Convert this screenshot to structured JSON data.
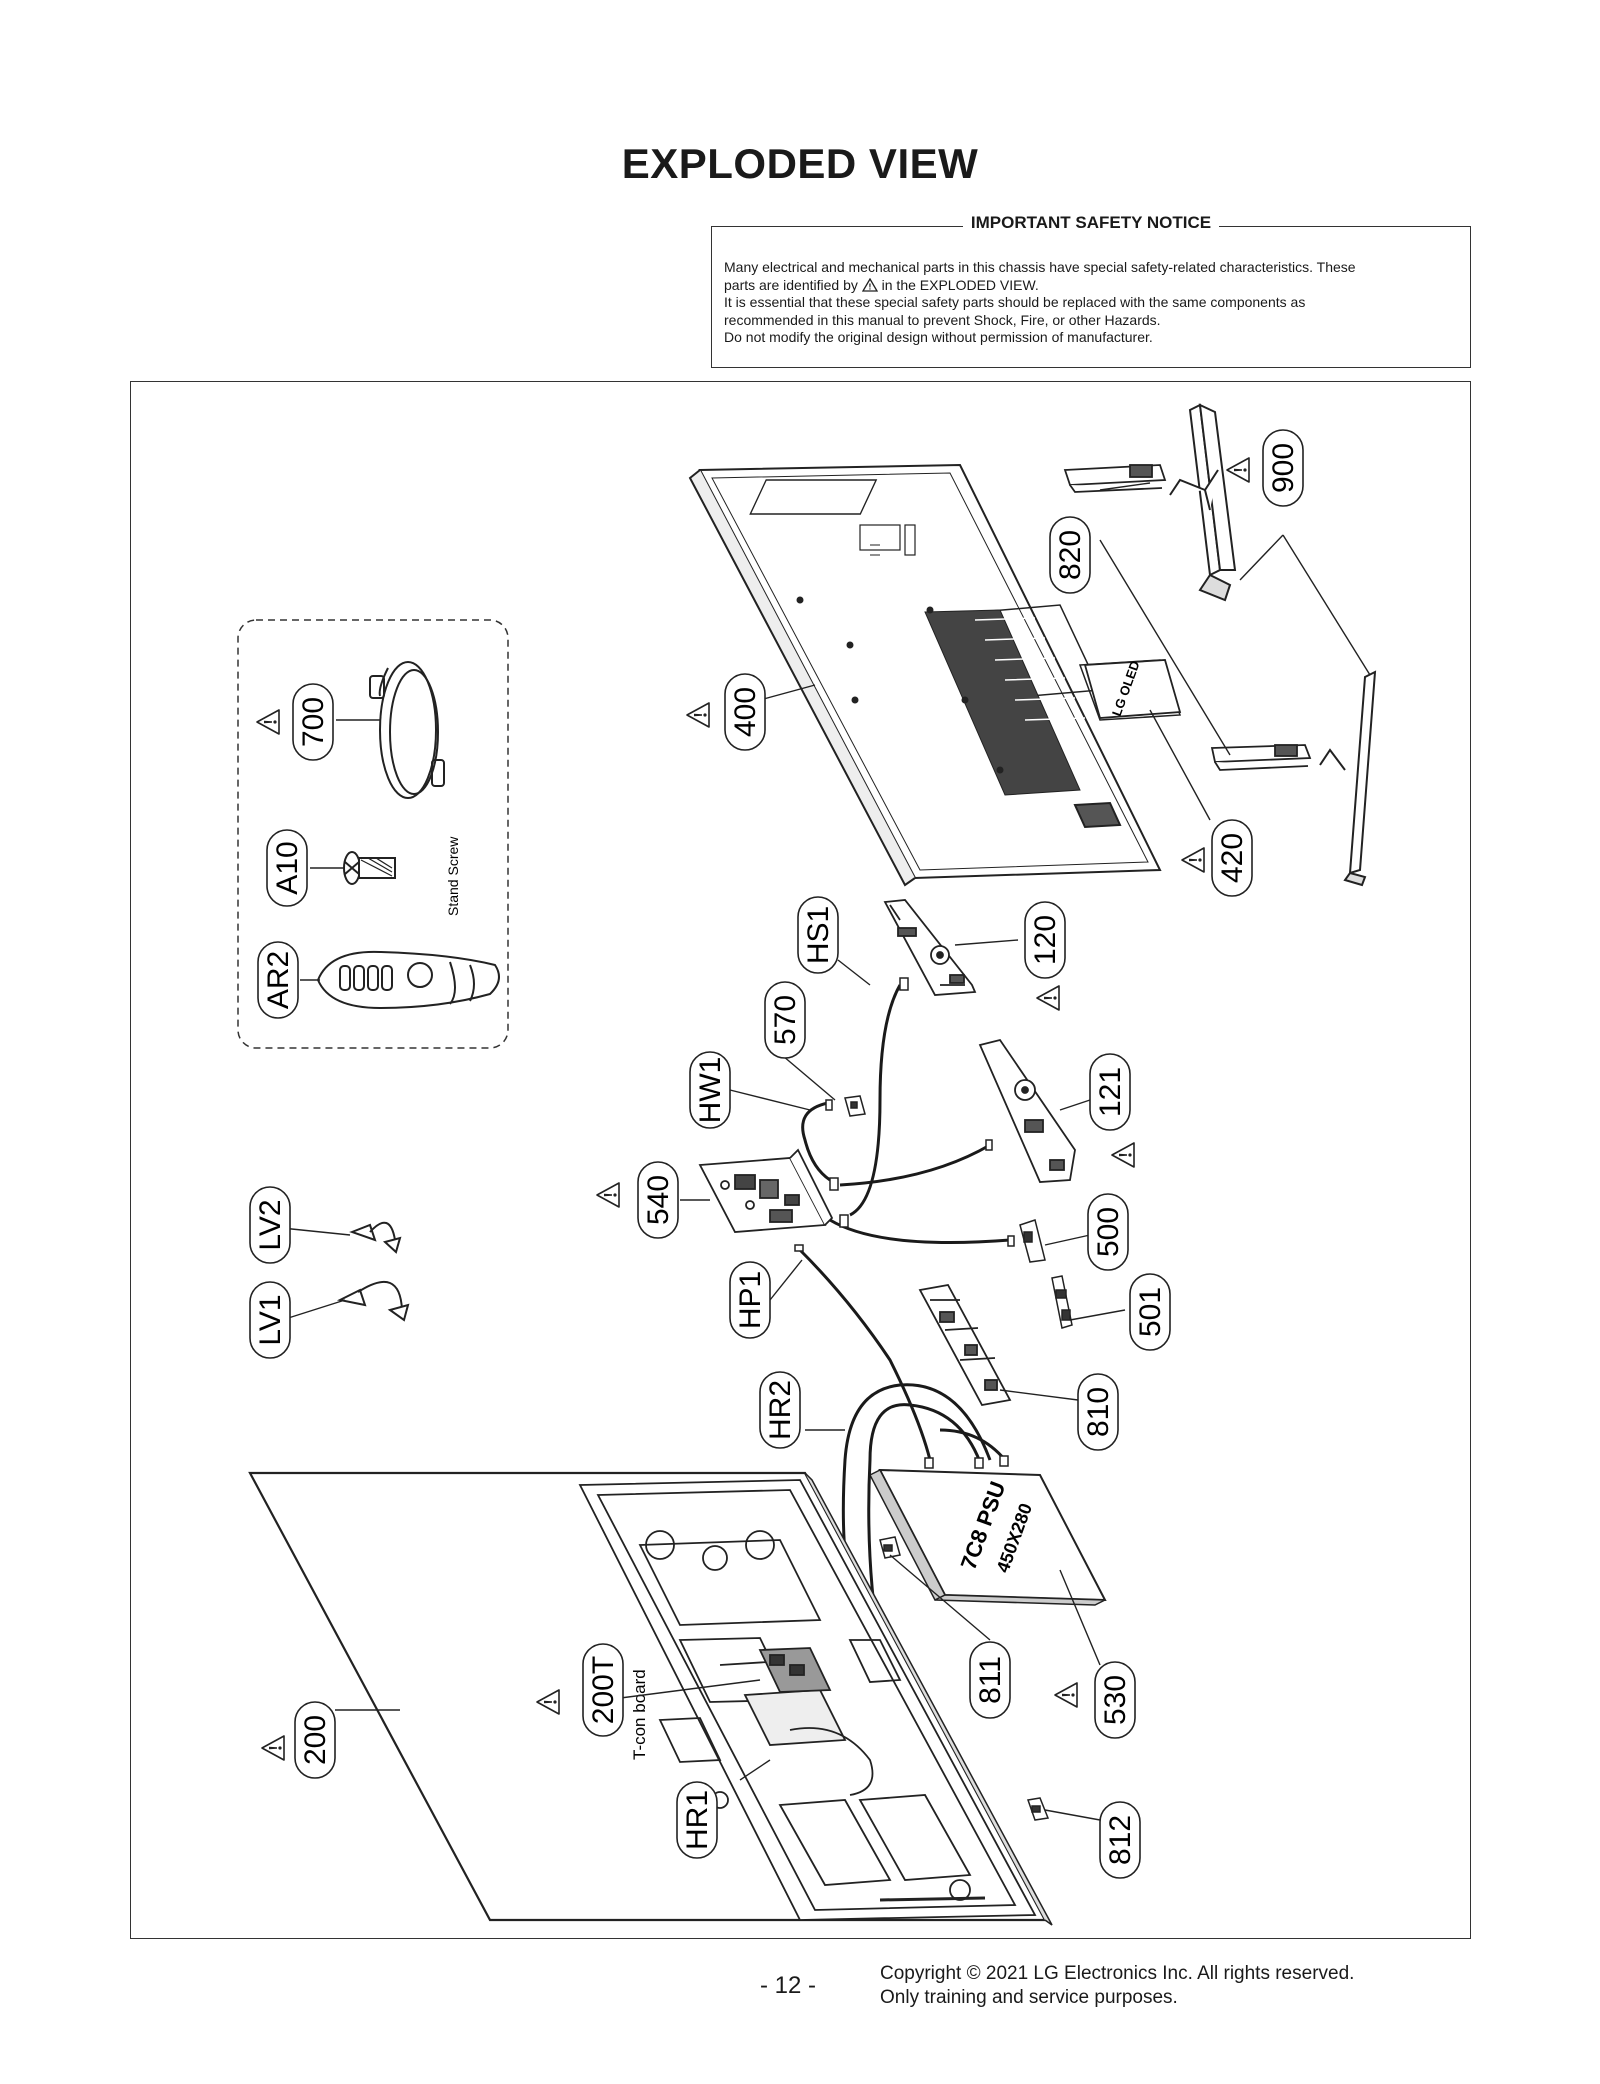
{
  "title": "EXPLODED VIEW",
  "notice": {
    "heading": "IMPORTANT SAFETY NOTICE",
    "line1": "Many electrical and mechanical parts in this chassis have special safety-related characteristics. These",
    "line2a": "parts are identified by",
    "line2b": "in the EXPLODED VIEW.",
    "line3": "It is essential that these special safety parts should be replaced with the same components as",
    "line4": "recommended in this manual to prevent Shock, Fire, or other Hazards.",
    "line5": "Do not modify the original design without permission of manufacturer."
  },
  "parts": {
    "p900": "900",
    "p820": "820",
    "p400": "400",
    "p420": "420",
    "p700": "700",
    "pA10": "A10",
    "pAR2": "AR2",
    "pHS1": "HS1",
    "p120": "120",
    "p570": "570",
    "pHW1": "HW1",
    "p121": "121",
    "p540": "540",
    "p500": "500",
    "pLV2": "LV2",
    "pLV1": "LV1",
    "pHP1": "HP1",
    "p501": "501",
    "p810": "810",
    "pHR2": "HR2",
    "p811": "811",
    "p530": "530",
    "p200T": "200T",
    "p200": "200",
    "pHR1": "HR1",
    "p812": "812"
  },
  "labels": {
    "stand_screw": "Stand Screw",
    "tcon_board": "T-con board",
    "psu_text1": "7C8 PSU",
    "psu_text2": "450X280",
    "logo_text": "LG OLED"
  },
  "footer": {
    "page": "- 12 -",
    "copyright": "Copyright © 2021 LG Electronics Inc. All rights reserved.",
    "note": "Only training and service purposes."
  }
}
